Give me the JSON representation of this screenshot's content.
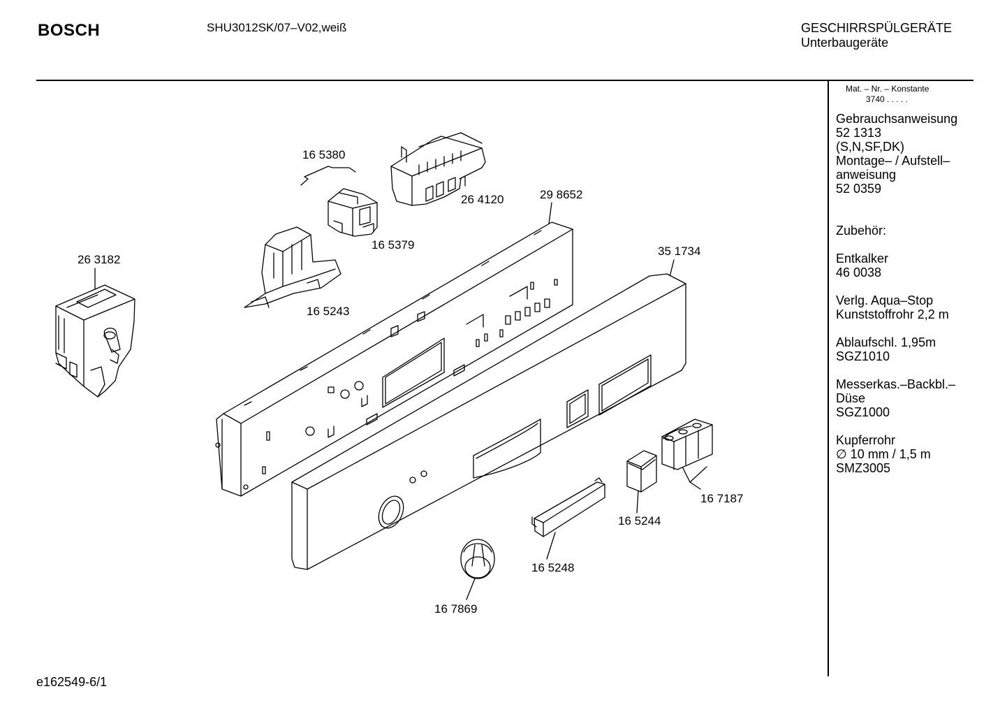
{
  "header": {
    "brand": "BOSCH",
    "model": "SHU3012SK/07–V02,weiß",
    "category": "GESCHIRRSPÜLGERÄTE",
    "subcategory": "Unterbaugeräte"
  },
  "sidebar": {
    "matnr_label": "Mat. – Nr. – Konstante",
    "matnr_value": "3740  .   .   .   .   .",
    "blocks": [
      [
        "Gebrauchsanweisung",
        "52 1313",
        "(S,N,SF,DK)",
        "Montage– / Aufstell–",
        "anweisung",
        "52 0359"
      ],
      [
        "Zubehör:"
      ],
      [
        "Entkalker",
        "46 0038"
      ],
      [
        "Verlg. Aqua–Stop",
        "Kunststoffrohr 2,2 m"
      ],
      [
        "Ablaufschl. 1,95m",
        "SGZ1010"
      ],
      [
        "Messerkas.–Backbl.–",
        "Düse",
        "SGZ1000"
      ],
      [
        "Kupferrohr",
        "∅ 10 mm / 1,5 m",
        "SMZ3005"
      ]
    ]
  },
  "parts": [
    "16 5380",
    "26 4120",
    "29 8652",
    "16 5379",
    "26 3182",
    "35 1734",
    "16 5243",
    "16 7187",
    "16 5244",
    "16 5248",
    "16 7869"
  ],
  "footer": {
    "code": "e162549-6/1"
  }
}
